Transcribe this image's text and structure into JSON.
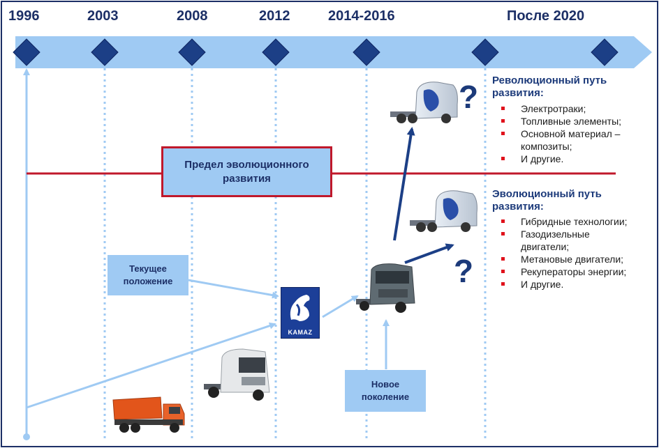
{
  "timeline": {
    "years": [
      "1996",
      "2003",
      "2008",
      "2012",
      "2014-2016",
      "После 2020"
    ]
  },
  "limit_box": {
    "line1": "Предел эволюционного",
    "line2": "развития"
  },
  "current_position": {
    "line1": "Текущее",
    "line2": "положение"
  },
  "new_generation": {
    "line1": "Новое",
    "line2": "поколение"
  },
  "revolutionary": {
    "title_line1": "Революционный путь",
    "title_line2": "развития:",
    "items": [
      "Электротраки;",
      "Топливные элементы;",
      "Основной материал –",
      "И другие."
    ],
    "item3_cont": "композиты;"
  },
  "evolutionary": {
    "title_line1": "Эволюционный путь",
    "title_line2": "развития:",
    "items": [
      "Гибридные технологии;",
      "Газодизельные",
      "Метановые двигатели;",
      "Рекуператоры энергии;",
      "И другие."
    ],
    "item2_cont": "двигатели;"
  },
  "question_mark": "?",
  "logo": {
    "text": "KAMAZ"
  },
  "colors": {
    "band": "#9fcaf3",
    "diamond": "#1c3f86",
    "limit_line": "#c0182b",
    "dark_blue": "#1c2f66",
    "bullet": "#e0121c",
    "arrow_dark": "#1c3f86"
  }
}
